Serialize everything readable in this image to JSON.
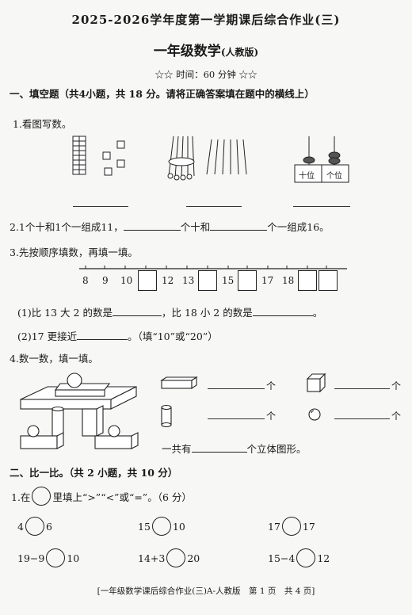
{
  "header": {
    "title": "2025-2026学年度第一学期课后综合作业(三)",
    "subject": "一年级数学",
    "edition": "(人教版)",
    "time_info": "☆☆ 时间：60 分钟 ☆☆"
  },
  "section1": {
    "heading": "一、填空题（共4小题，共 18 分。请将正确答案填在题中的横线上）",
    "q1": {
      "label": "1.看图写数。",
      "place_tens": "十位",
      "place_ones": "个位"
    },
    "q2": {
      "text_a": "2.1个十和1个一组成11，",
      "text_b": "个十和",
      "text_c": "个一组成16。"
    },
    "q3": {
      "label": "3.先按顺序填数，再填一填。",
      "numbers": [
        "8",
        "9",
        "10",
        "12",
        "13",
        "15",
        "17",
        "18"
      ],
      "sub1_a": "(1)比 13 大 2 的数是",
      "sub1_b": "，比 18 小 2 的数是",
      "sub1_c": "。",
      "sub2_a": "(2)17 更接近",
      "sub2_b": "。（填“10”或“20”）"
    },
    "q4": {
      "label": "4.数一数，填一填。",
      "unit": "个",
      "total_a": "一共有",
      "total_b": "个立体图形。"
    }
  },
  "section2": {
    "heading": "二、比一比。（共 2 小题，共 10 分）",
    "q1_a": "1.在",
    "q1_b": "里填上“>”“<”或“=”。（6 分）",
    "comparisons": [
      {
        "left": "4",
        "right": "6"
      },
      {
        "left": "15",
        "right": "10"
      },
      {
        "left": "17",
        "right": "17"
      },
      {
        "left": "19−9",
        "right": "10"
      },
      {
        "left": "14+3",
        "right": "20"
      },
      {
        "left": "15−4",
        "right": "12"
      }
    ]
  },
  "footer": {
    "text": "[一年级数学课后综合作业(三)A-人教版　第 1 页　共 4 页]"
  }
}
